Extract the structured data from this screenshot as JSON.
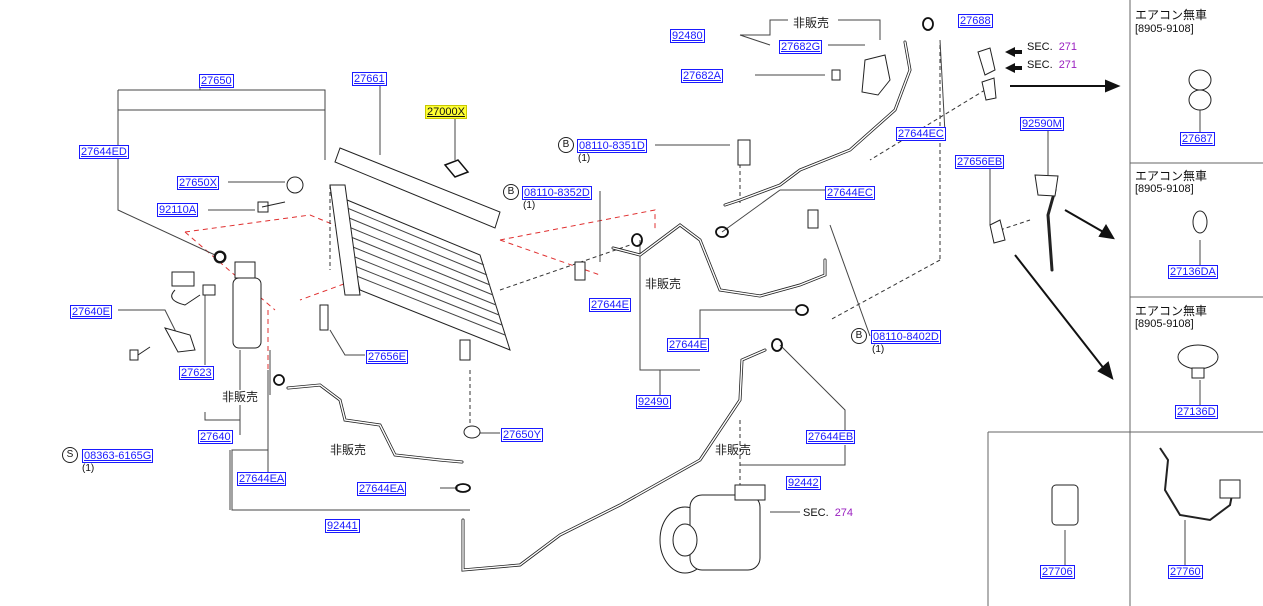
{
  "highlighted_part": "27000X",
  "labels": {
    "p27650": "27650",
    "p27661": "27661",
    "p27000x": "27000X",
    "p27644ed": "27644ED",
    "p27650x": "27650X",
    "p92110a": "92110A",
    "p27640e": "27640E",
    "p27623": "27623",
    "p27640": "27640",
    "p27656e": "27656E",
    "p27650y": "27650Y",
    "p27644ea_1": "27644EA",
    "p27644ea_2": "27644EA",
    "p92441": "92441",
    "p92480": "92480",
    "p27682g": "27682G",
    "p27682a": "27682A",
    "p27688": "27688",
    "p27644ec_1": "27644EC",
    "p27644ec_2": "27644EC",
    "p27644e_1": "27644E",
    "p27644e_2": "27644E",
    "p92490": "92490",
    "p27644eb": "27644EB",
    "p92442": "92442",
    "p27656eb": "27656EB",
    "p92590m": "92590M",
    "p27687": "27687",
    "p27136da": "27136DA",
    "p27136d": "27136D",
    "p27706": "27706",
    "p27760": "27760"
  },
  "bolts": {
    "b1": {
      "prefix": "B",
      "part": "08110-8351D",
      "qty": "(1)"
    },
    "b2": {
      "prefix": "B",
      "part": "08110-8352D",
      "qty": "(1)"
    },
    "b3": {
      "prefix": "B",
      "part": "08110-8402D",
      "qty": "(1)"
    },
    "s1": {
      "prefix": "S",
      "part": "08363-6165G",
      "qty": "(1)"
    }
  },
  "not_for_sale": "非販売",
  "sections": {
    "sec1": {
      "label": "SEC.",
      "num": "271"
    },
    "sec2": {
      "label": "SEC.",
      "num": "271"
    },
    "sec3": {
      "label": "SEC.",
      "num": "274"
    }
  },
  "side_panels": {
    "panel1": {
      "title": "エアコン無車",
      "range": "[8905-9108]"
    },
    "panel2": {
      "title": "エアコン無車",
      "range": "[8905-9108]"
    },
    "panel3": {
      "title": "エアコン無車",
      "range": "[8905-9108]"
    }
  }
}
